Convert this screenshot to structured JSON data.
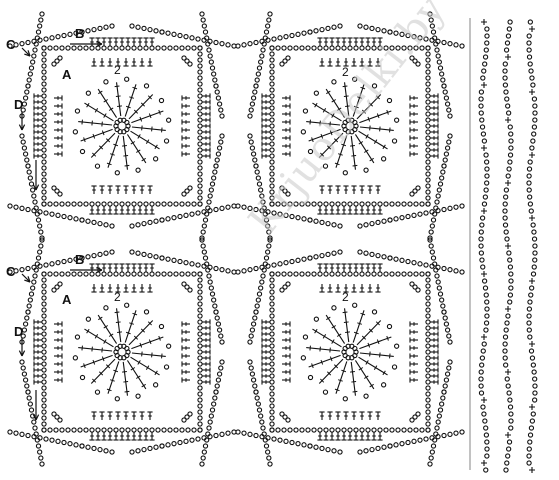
{
  "labels": {
    "a": "A",
    "b": "B",
    "c": "C",
    "d": "D",
    "round_number": "2"
  },
  "watermark": "KrjuoDelki.by",
  "colors": {
    "ink": "#111111",
    "divider": "#9a9a9a",
    "watermark": "#c9c9c9",
    "background": "#ffffff"
  },
  "motifs": [
    {
      "position": "top-left"
    },
    {
      "position": "top-right"
    },
    {
      "position": "bottom-left"
    },
    {
      "position": "bottom-right"
    }
  ],
  "edging_columns": 3
}
